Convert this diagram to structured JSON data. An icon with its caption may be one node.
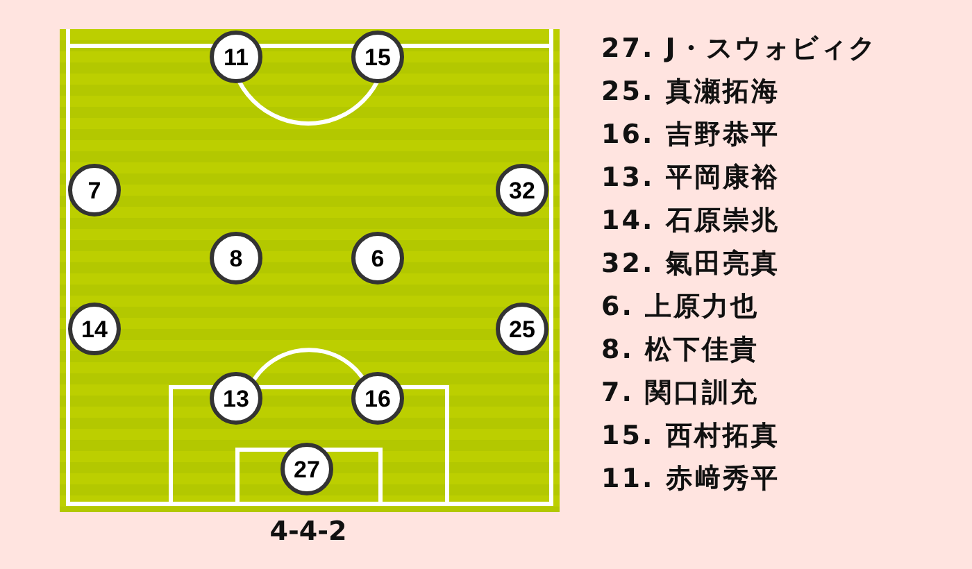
{
  "diagram": {
    "nodes": [
      {
        "text": [
          "11"
        ]
      },
      {
        "text": [
          "15"
        ]
      },
      {
        "text": [
          "7"
        ]
      },
      {
        "text": [
          "32"
        ]
      },
      {
        "text": [
          "8"
        ]
      },
      {
        "text": [
          "6"
        ]
      },
      {
        "text": [
          "14"
        ]
      },
      {
        "text": [
          "25"
        ]
      },
      {
        "text": [
          "13"
        ]
      },
      {
        "text": [
          "16"
        ]
      },
      {
        "text": [
          "27"
        ]
      }
    ],
    "edges": [],
    "labels": [
      "4-4-2",
      "27. J・スウォビィク",
      "25. 真瀬拓海",
      "16. 吉野恭平",
      "13. 平岡康裕",
      "14. 石原崇兆",
      "32. 氣田亮真",
      "6. 上原力也",
      "8. 松下佳貴",
      "7. 関口訓充",
      "15. 西村拓真",
      "11. 赤﨑秀平"
    ]
  }
}
